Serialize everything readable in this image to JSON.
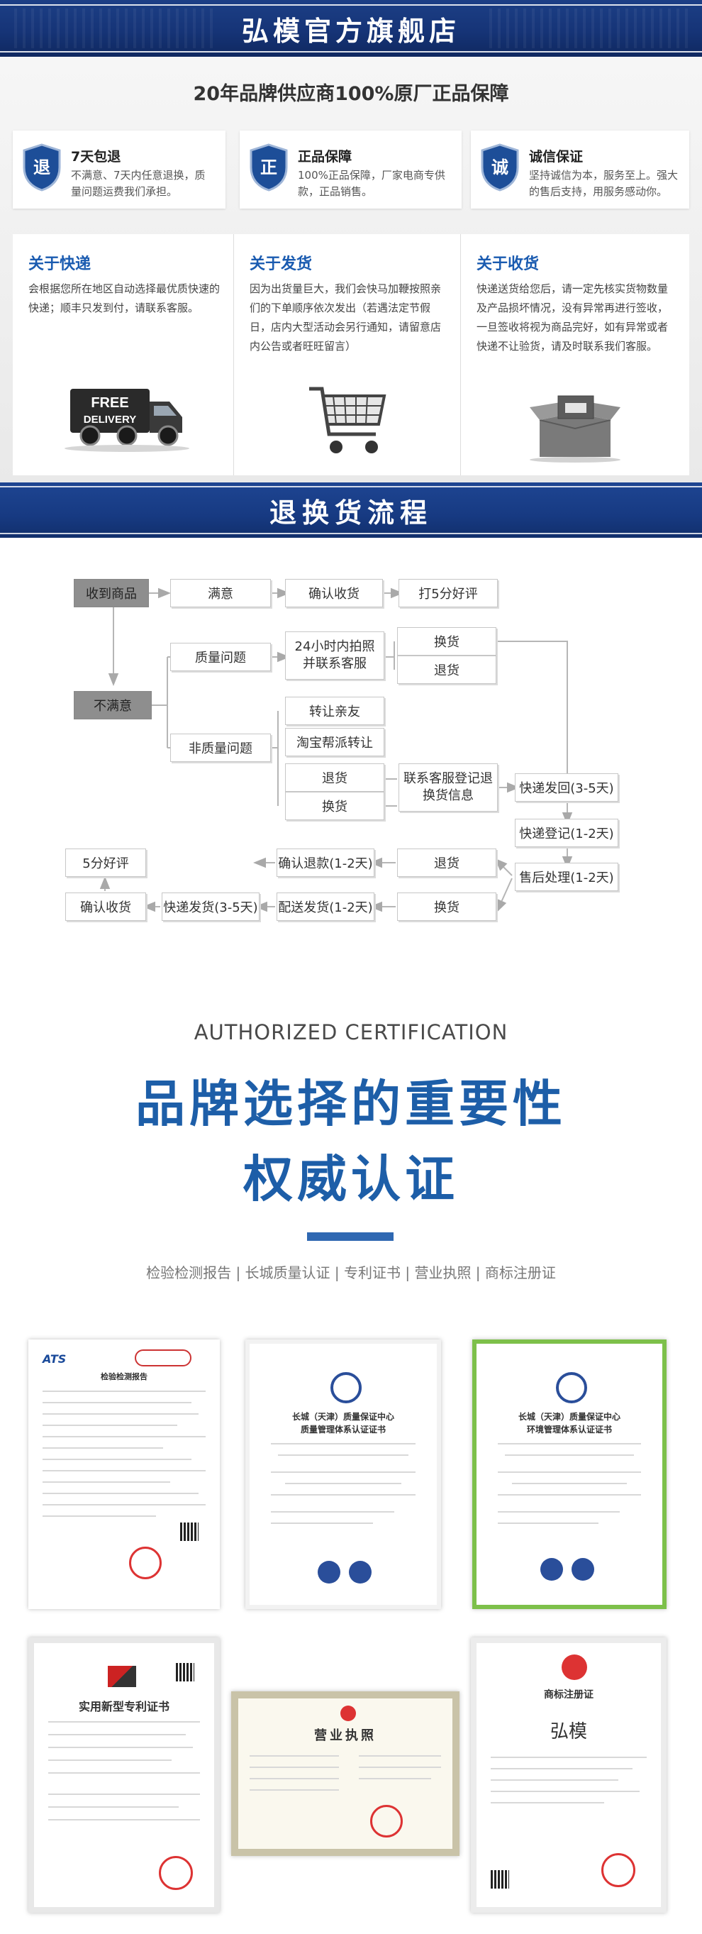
{
  "shop": {
    "title": "弘模官方旗舰店"
  },
  "service": {
    "headline": "20年品牌供应商100%原厂正品保障",
    "guarantees": [
      {
        "badge": "退",
        "title": "7天包退",
        "desc": "不满意、7天内任意退换，质量问题运费我们承担。"
      },
      {
        "badge": "正",
        "title": "正品保障",
        "desc": "100%正品保障，厂家电商专供款，正品销售。"
      },
      {
        "badge": "诚",
        "title": "诚信保证",
        "desc": "坚持诚信为本，服务至上。强大的售后支持，用服务感动你。"
      }
    ],
    "info": [
      {
        "title": "关于快递",
        "desc": "会根据您所在地区自动选择最优质快速的快递；顺丰只发到付，请联系客服。",
        "image": "free-delivery-truck",
        "truck_text": [
          "FREE",
          "DELIVERY"
        ]
      },
      {
        "title": "关于发货",
        "desc": "因为出货量巨大，我们会快马加鞭按照亲们的下单顺序依次发出（若遇法定节假日，店内大型活动会另行通知，请留意店内公告或者旺旺留言）",
        "image": "shopping-cart"
      },
      {
        "title": "关于收货",
        "desc": "快递送货给您后，请一定先核实货物数量及产品损坏情况，没有异常再进行签收，一旦签收将视为商品完好，如有异常或者快递不让验货，请及时联系我们客服。",
        "image": "open-package-box"
      }
    ]
  },
  "process": {
    "title": "退换货流程",
    "steps": {
      "receive": "收到商品",
      "satisfied": "满意",
      "confirm_receipt": "确认收货",
      "rate5": "打5分好评",
      "unsatisfied": "不满意",
      "quality": "质量问题",
      "photo": "24小时内拍照并联系客服",
      "exchange": "换货",
      "return": "退货",
      "non_quality": "非质量问题",
      "gift": "转让亲友",
      "resell": "淘宝帮派转让",
      "contact": "联系客服登记退换货信息",
      "ship_back": "快递发回(3-5天)",
      "register": "快递登记(1-2天)",
      "after_sale": "售后处理(1-2天)",
      "refund": "确认退款(1-2天)",
      "resend": "配送发货(1-2天)",
      "express": "快递发货(3-5天)",
      "confirm_final": "确认收货",
      "rate_final": "5分好评"
    }
  },
  "certification": {
    "subtitle": "AUTHORIZED CERTIFICATION",
    "title_line1": "品牌选择的重要性",
    "title_line2": "权威认证",
    "nav": "检验检测报告 | 长城质量认证 | 专利证书 | 营业执照 | 商标注册证",
    "docs": [
      {
        "id": "inspection",
        "title": "检验检测报告",
        "logo": "ATS"
      },
      {
        "id": "quality",
        "title": "长城（天津）质量保证中心",
        "subtitle": "质量管理体系认证证书"
      },
      {
        "id": "environment",
        "title": "长城（天津）质量保证中心",
        "subtitle": "环境管理体系认证证书"
      },
      {
        "id": "patent",
        "title": "实用新型专利证书"
      },
      {
        "id": "license",
        "title": "营业执照"
      },
      {
        "id": "trademark",
        "title": "商标注册证",
        "brand": "弘模"
      }
    ]
  },
  "colors": {
    "navy": "#163477",
    "brand_blue": "#1d5ea8",
    "info_title": "#1a5bb0"
  }
}
